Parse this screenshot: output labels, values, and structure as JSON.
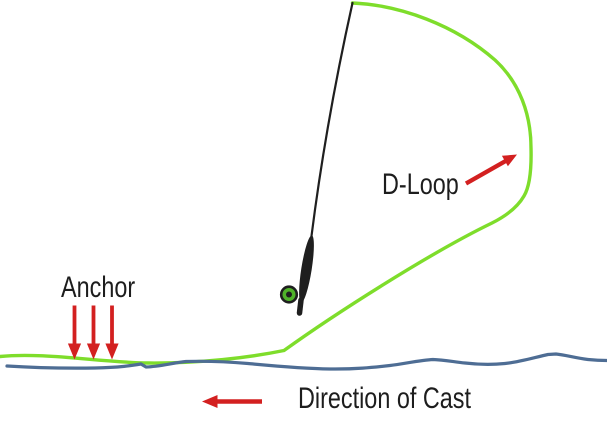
{
  "labels": {
    "anchor": "Anchor",
    "d_loop": "D-Loop",
    "direction_of_cast": "Direction of Cast"
  },
  "colors": {
    "background": "#ffffff",
    "fly_line_green": "#7edd2b",
    "water_blue": "#4e6d94",
    "arrow_red": "#d32020",
    "rod_black": "#1f1f1f",
    "reel_green": "#50b32a",
    "label_text": "#1d1d1d"
  },
  "icons": {
    "anchor_arrows": "three-red-down-arrows",
    "d_loop_arrow": "red-up-right-arrow",
    "cast_direction_arrow": "red-left-arrow"
  }
}
